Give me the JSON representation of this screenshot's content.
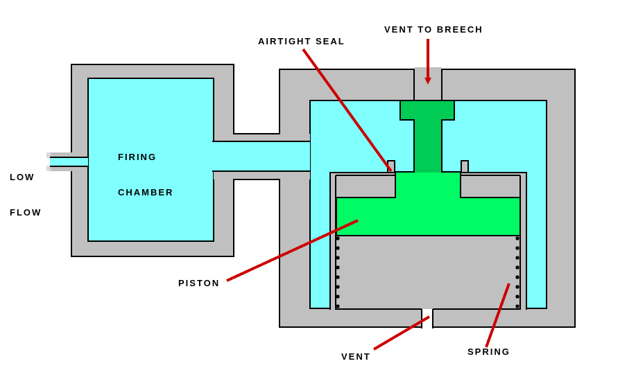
{
  "diagram": {
    "labels": {
      "low_flow_line1": "LOW",
      "low_flow_line2": "FLOW",
      "firing_chamber_line1": "FIRING",
      "firing_chamber_line2": "CHAMBER",
      "airtight_seal": "AIRTIGHT SEAL",
      "vent_to_breech": "VENT TO BREECH",
      "piston": "PISTON",
      "vent": "VENT",
      "spring": "SPRING"
    },
    "colors": {
      "background": "#ffffff",
      "wall_gray": "#c0c0c0",
      "wall_gray_light": "#d9d9d9",
      "gas_cyan": "#80ffff",
      "piston_green_dark": "#00cc55",
      "piston_green_bright": "#00fb64",
      "annotation_red": "#cc0000",
      "outline_black": "#000000"
    }
  }
}
